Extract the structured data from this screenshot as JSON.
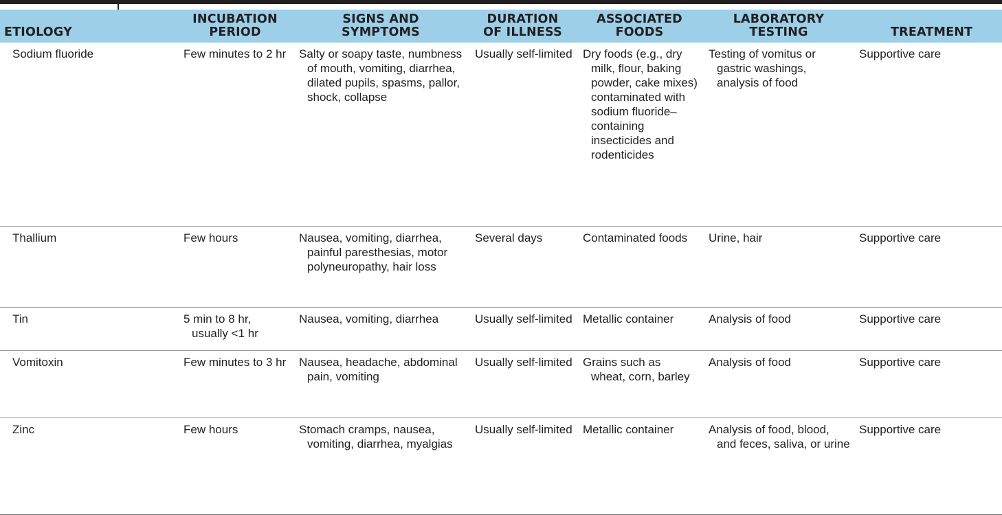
{
  "table": {
    "headers": [
      "ETIOLOGY",
      "INCUBATION\nPERIOD",
      "SIGNS AND\nSYMPTOMS",
      "DURATION\nOF ILLNESS",
      "ASSOCIATED\nFOODS",
      "LABORATORY\nTESTING",
      "TREATMENT"
    ],
    "rows": [
      {
        "etiology": "Sodium fluoride",
        "incubation": "Few minutes to 2 hr",
        "symptoms": "Salty or soapy taste, numbness of mouth, vomiting, diarrhea, dilated pupils, spasms, pallor, shock, collapse",
        "duration": "Usually self-limited",
        "foods": "Dry foods (e.g., dry milk, flour, baking powder, cake mixes) contaminated with sodium fluoride–containing insecticides and rodenticides",
        "testing": "Testing of vomitus or gastric washings, analysis of food",
        "treatment": "Supportive care"
      },
      {
        "etiology": "Thallium",
        "incubation": "Few hours",
        "symptoms": "Nausea, vomiting, diarrhea, painful paresthesias, motor polyneuropathy, hair loss",
        "duration": "Several days",
        "foods": "Contaminated foods",
        "testing": "Urine, hair",
        "treatment": "Supportive care"
      },
      {
        "etiology": "Tin",
        "incubation": "5 min to 8 hr, usually <1 hr",
        "symptoms": "Nausea, vomiting, diarrhea",
        "duration": "Usually self-limited",
        "foods": "Metallic container",
        "testing": "Analysis of food",
        "treatment": "Supportive care"
      },
      {
        "etiology": "Vomitoxin",
        "incubation": "Few minutes to 3 hr",
        "symptoms": "Nausea, headache, abdominal pain, vomiting",
        "duration": "Usually self-limited",
        "foods": "Grains such as wheat, corn, barley",
        "testing": "Analysis of food",
        "treatment": "Supportive care"
      },
      {
        "etiology": "Zinc",
        "incubation": "Few hours",
        "symptoms": "Stomach cramps, nausea, vomiting, diarrhea, myalgias",
        "duration": "Usually self-limited",
        "foods": "Metallic container",
        "testing": "Analysis of food, blood, and feces, saliva, or urine",
        "treatment": "Supportive care"
      }
    ]
  },
  "colors": {
    "header_bg": "#9dcfe8",
    "text": "#231f20",
    "rule": "#9a9a9a"
  }
}
